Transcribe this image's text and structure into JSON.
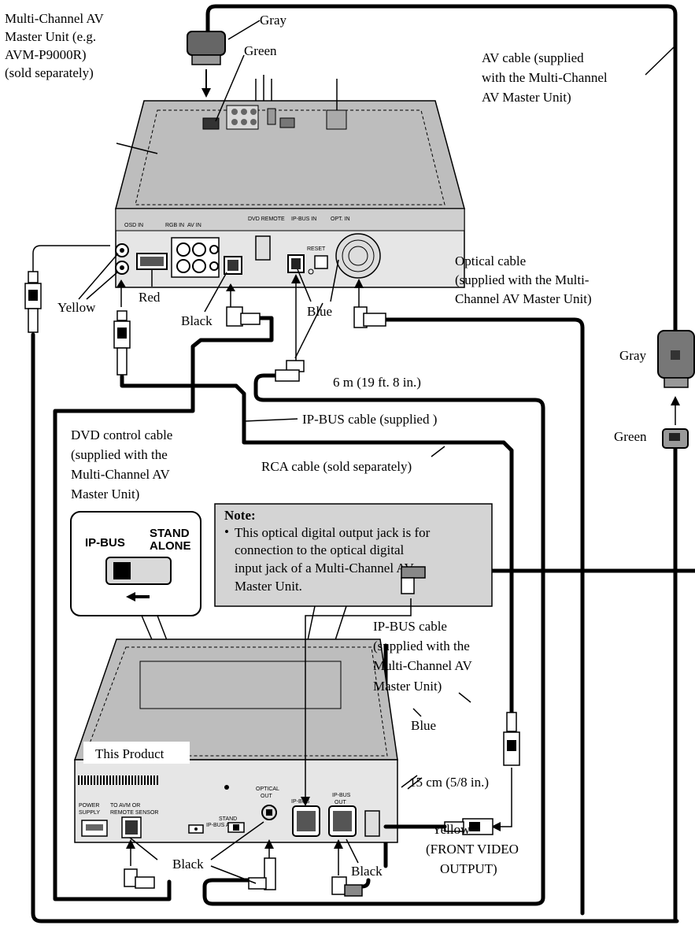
{
  "labels": {
    "master_unit": [
      "Multi-Channel AV",
      "Master Unit (e.g.",
      "AVM-P9000R)",
      "(sold separately)"
    ],
    "gray_top": "Gray",
    "green_top": "Green",
    "av_cable": [
      "AV cable (supplied",
      "with the Multi-Channel",
      "AV Master Unit)"
    ],
    "optical_cable": [
      "Optical cable",
      "(supplied with the Multi-",
      "Channel AV Master Unit)"
    ],
    "gray_right": "Gray",
    "green_right": "Green",
    "yellow_left": "Yellow",
    "red": "Red",
    "black_top": "Black",
    "blue_top": "Blue",
    "length_6m": "6 m (19 ft. 8 in.)",
    "ipbus_supplied": "IP-BUS cable (supplied )",
    "rca_cable": "RCA cable (sold separately)",
    "dvd_control": [
      "DVD control cable",
      "(supplied with the",
      "Multi-Channel AV",
      "Master Unit)"
    ],
    "ipbus_master": [
      "IP-BUS cable",
      "(supplied with the",
      "Multi-Channel AV",
      "Master Unit)"
    ],
    "blue_bottom": "Blue",
    "this_product": "This Product",
    "black_bottom": "Black",
    "black_right": "Black",
    "length_15cm": "15 cm (5/8 in.)",
    "yellow_front": [
      "Yellow",
      "(FRONT VIDEO",
      "OUTPUT)"
    ]
  },
  "switch_inset": {
    "left_label": "IP-BUS",
    "right_label": [
      "STAND",
      "ALONE"
    ]
  },
  "note": {
    "title": "Note:",
    "bullet": "•",
    "lines": [
      "This optical digital output jack is for",
      "connection to the optical digital",
      "input jack of a Multi-Channel AV",
      "Master Unit."
    ]
  },
  "product_panel": {
    "power_supply": [
      "POWER",
      "SUPPLY"
    ],
    "to_avm": [
      "TO AVM OR",
      "REMOTE SENSOR"
    ],
    "ipbus_standalone": [
      "STAND",
      "IP-BUS ALONE"
    ],
    "optical_out": [
      "OPTICAL",
      "OUT"
    ],
    "ipbus_in": "IP-BUS",
    "ipbus_out": [
      "IP-BUS",
      "OUT"
    ]
  }
}
